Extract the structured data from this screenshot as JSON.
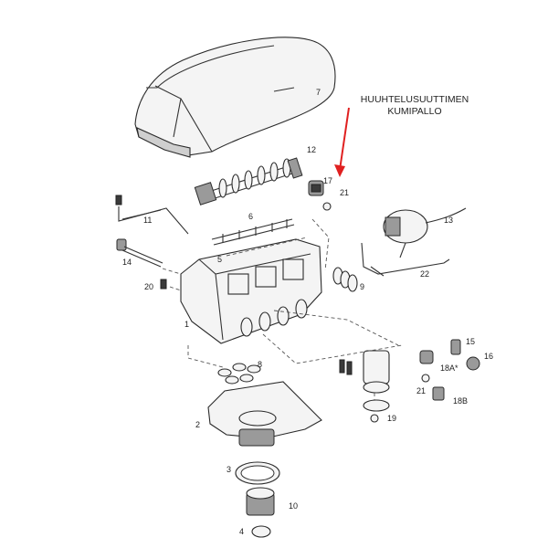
{
  "annotation": {
    "line1": "HUUHTELUSUUTTIMEN",
    "line2": "KUMIPALLO",
    "arrow_color": "#e02020"
  },
  "callouts": [
    "7",
    "12",
    "17",
    "21",
    "11",
    "6",
    "13",
    "5",
    "14",
    "22",
    "20",
    "9",
    "1",
    "8",
    "15",
    "16",
    "18A*",
    "2",
    "21",
    "18B",
    "19",
    "3",
    "10",
    "4"
  ]
}
